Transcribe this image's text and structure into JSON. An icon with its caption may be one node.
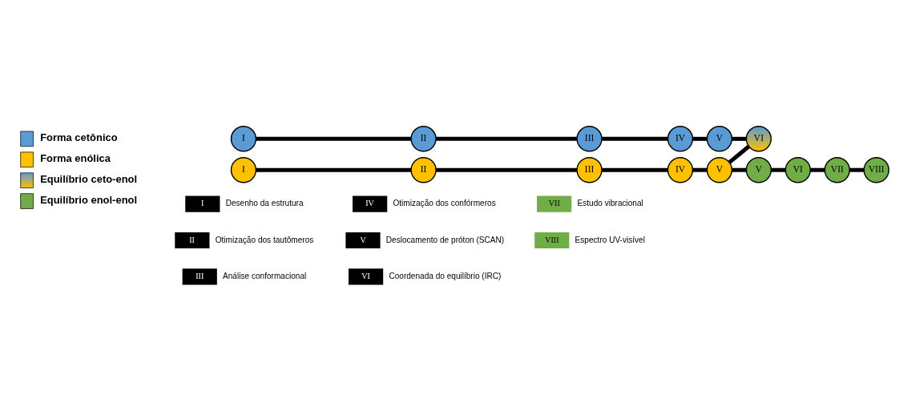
{
  "diagram": {
    "nodes": [
      {
        "text": [
          "I"
        ]
      },
      {
        "text": [
          "II"
        ]
      },
      {
        "text": [
          "III"
        ]
      },
      {
        "text": [
          "IV"
        ]
      },
      {
        "text": [
          "V"
        ]
      },
      {
        "text": [
          "VI"
        ]
      },
      {
        "text": [
          "I"
        ]
      },
      {
        "text": [
          "II"
        ]
      },
      {
        "text": [
          "III"
        ]
      },
      {
        "text": [
          "IV"
        ]
      },
      {
        "text": [
          "V"
        ]
      },
      {
        "text": [
          "V"
        ]
      },
      {
        "text": [
          "VI"
        ]
      },
      {
        "text": [
          "VII"
        ]
      },
      {
        "text": [
          "VIII"
        ]
      },
      {
        "text": [
          "I"
        ],
        "beside": [
          "Desenho da estrutura"
        ]
      },
      {
        "text": [
          "II"
        ],
        "beside": [
          "Otimização dos tautômeros"
        ]
      },
      {
        "text": [
          "III"
        ],
        "beside": [
          "Análise conformacional"
        ]
      },
      {
        "text": [
          "IV"
        ],
        "beside": [
          "Otimização dos confórmeros"
        ]
      },
      {
        "text": [
          "V"
        ],
        "beside": [
          "Deslocamento de próton (SCAN)"
        ]
      },
      {
        "text": [
          "VI"
        ],
        "beside": [
          "Coordenada do equilíbrio (IRC)"
        ]
      },
      {
        "text": [
          "VII"
        ],
        "beside": [
          "Estudo vibracional"
        ]
      },
      {
        "text": [
          "VIII"
        ],
        "beside": [
          "Espectro UV-visível"
        ]
      }
    ],
    "edges": [
      {
        "from": 0,
        "to": 1,
        "arrow": "none"
      },
      {
        "from": 1,
        "to": 2,
        "arrow": "none"
      },
      {
        "from": 2,
        "to": 3,
        "arrow": "none"
      },
      {
        "from": 3,
        "to": 4,
        "arrow": "none"
      },
      {
        "from": 4,
        "to": 5,
        "arrow": "none"
      },
      {
        "from": 6,
        "to": 7,
        "arrow": "none"
      },
      {
        "from": 7,
        "to": 8,
        "arrow": "none"
      },
      {
        "from": 8,
        "to": 9,
        "arrow": "none"
      },
      {
        "from": 9,
        "to": 10,
        "arrow": "none"
      },
      {
        "from": 10,
        "to": 5,
        "arrow": "none"
      },
      {
        "from": 10,
        "to": 11,
        "arrow": "none"
      },
      {
        "from": 11,
        "to": 12,
        "arrow": "none"
      },
      {
        "from": 12,
        "to": 13,
        "arrow": "none"
      },
      {
        "from": 13,
        "to": 14,
        "arrow": "none"
      }
    ],
    "legend": [
      {
        "text": "Forma cetônico",
        "color": "#5b9bd5"
      },
      {
        "text": "Forma enólica",
        "color": "#ffc000"
      },
      {
        "text": "Equilíbrio ceto-enol"
      },
      {
        "text": "Equilíbrio enol-enol",
        "color": "#70ad47"
      }
    ]
  }
}
